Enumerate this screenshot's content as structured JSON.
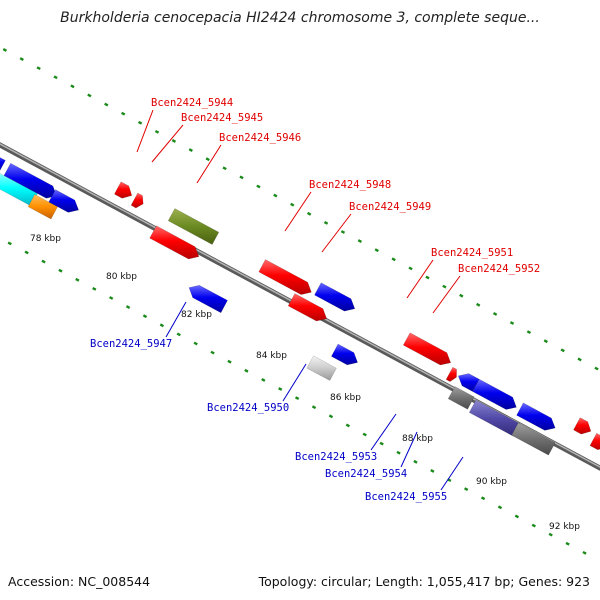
{
  "title": "Burkholderia cenocepacia HI2424 chromosome 3, complete seque...",
  "footer": {
    "accession": "Accession: NC_008544",
    "topology": "Topology: circular; Length: 1,055,417 bp; Genes: 923"
  },
  "colors": {
    "forward_gene": "#ff0000",
    "reverse_gene": "#0000ee",
    "forward_label": "#e00000",
    "reverse_label": "#0000c8",
    "backbone": "#888888",
    "ruler_dots": "#1a8a1a"
  },
  "ruler_ticks": [
    {
      "label": "78 kbp",
      "kbp": 78
    },
    {
      "label": "80 kbp",
      "kbp": 80
    },
    {
      "label": "82 kbp",
      "kbp": 82
    },
    {
      "label": "84 kbp",
      "kbp": 84
    },
    {
      "label": "86 kbp",
      "kbp": 86
    },
    {
      "label": "88 kbp",
      "kbp": 88
    },
    {
      "label": "90 kbp",
      "kbp": 90
    },
    {
      "label": "92 kbp",
      "kbp": 92
    }
  ],
  "gene_labels": [
    {
      "label": "Bcen2424_5944",
      "strand": "forward"
    },
    {
      "label": "Bcen2424_5945",
      "strand": "forward"
    },
    {
      "label": "Bcen2424_5946",
      "strand": "forward"
    },
    {
      "label": "Bcen2424_5948",
      "strand": "forward"
    },
    {
      "label": "Bcen2424_5949",
      "strand": "forward"
    },
    {
      "label": "Bcen2424_5951",
      "strand": "forward"
    },
    {
      "label": "Bcen2424_5952",
      "strand": "forward"
    },
    {
      "label": "Bcen2424_5947",
      "strand": "reverse"
    },
    {
      "label": "Bcen2424_5950",
      "strand": "reverse"
    },
    {
      "label": "Bcen2424_5953",
      "strand": "reverse"
    },
    {
      "label": "Bcen2424_5954",
      "strand": "reverse"
    },
    {
      "label": "Bcen2424_5955",
      "strand": "reverse"
    }
  ]
}
